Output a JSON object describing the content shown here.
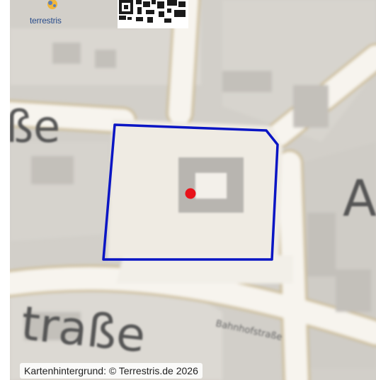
{
  "map": {
    "brand_name": "terrestris",
    "attribution": "Kartenhintergrund: © Terrestris.de 2026",
    "street_labels": [
      "ße",
      "A",
      "traße",
      "Bahnhofstraße"
    ],
    "marker_color": "#e8121a",
    "polygon_color": "#0a15c4",
    "colors": {
      "road": "#f7f4ee",
      "building": "#dcd8cf",
      "block": "#c6c3bd",
      "casing": "#cbb98e"
    }
  }
}
